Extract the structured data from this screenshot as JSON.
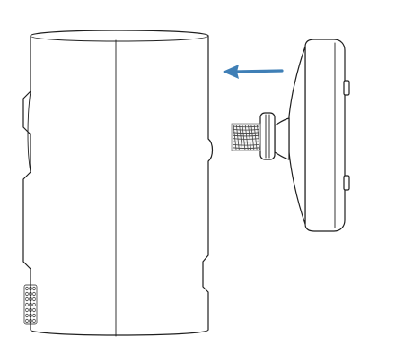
{
  "diagram": {
    "figure": "camera-mount-attachment",
    "parts": [
      {
        "name": "camera-body"
      },
      {
        "name": "wall-mount"
      },
      {
        "name": "mounting-screw"
      }
    ],
    "arrow": {
      "direction": "left",
      "color": "#3f7fb6"
    },
    "colors": {
      "line": "#1f1f1f",
      "background": "#ffffff"
    }
  }
}
